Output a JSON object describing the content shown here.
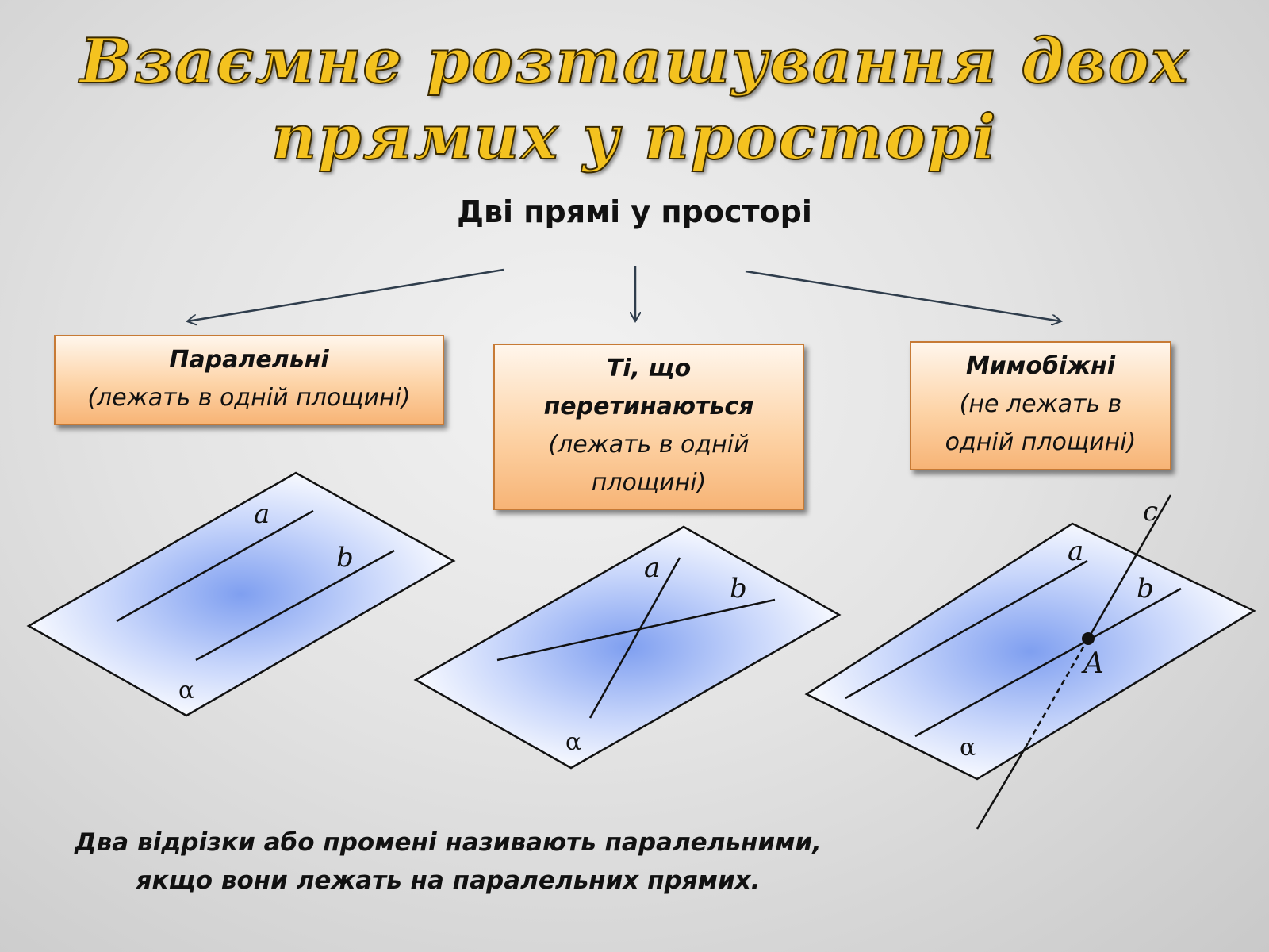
{
  "title": {
    "line1": "Взаємне розташування двох",
    "line2": "прямих у просторі"
  },
  "subtitle": "Дві прямі у просторі",
  "cases": {
    "parallel": {
      "heading": "Паралельні",
      "note": "(лежать в одній площині)"
    },
    "intersecting": {
      "heading_line1": "Ті, що",
      "heading_line2": "перетинаються",
      "note_line1": "(лежать в одній",
      "note_line2": "площині)"
    },
    "skew": {
      "heading": "Мимобіжні",
      "note_line1": "(не лежать в",
      "note_line2": "одній площині)"
    }
  },
  "figures": {
    "parallel": {
      "line_a": "a",
      "line_b": "b",
      "plane": "α"
    },
    "intersecting": {
      "line_a": "a",
      "line_b": "b",
      "plane": "α"
    },
    "skew": {
      "line_a": "a",
      "line_b": "b",
      "line_c": "c",
      "point": "A",
      "plane": "α"
    }
  },
  "footer": {
    "line1": "Два відрізки або промені називають паралельними,",
    "line2": "якщо вони лежать на паралельних прямих."
  },
  "colors": {
    "title_fill": "#f4c21f",
    "box_fill": "#fdd3a6",
    "plane_center": "#7f9ff0",
    "plane_edge": "#ffffff"
  }
}
